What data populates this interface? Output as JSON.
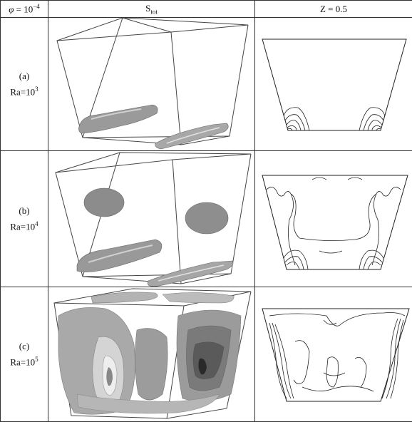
{
  "header": {
    "col1_prefix": "φ",
    "col1_eq": " = 10",
    "col1_exp": "−4",
    "col2_main": "S",
    "col2_sub": "tot",
    "col3": "Z = 0.5"
  },
  "rows": [
    {
      "letter": "(a)",
      "ra_base": "Ra=10",
      "ra_exp": "3"
    },
    {
      "letter": "(b)",
      "ra_base": "Ra=10",
      "ra_exp": "4"
    },
    {
      "letter": "(c)",
      "ra_base": "Ra=10",
      "ra_exp": "5"
    }
  ],
  "colors": {
    "line": "#333333",
    "surface_light": "#c8c8c8",
    "surface_mid": "#8f8f8f",
    "surface_dark": "#4a4a4a"
  }
}
